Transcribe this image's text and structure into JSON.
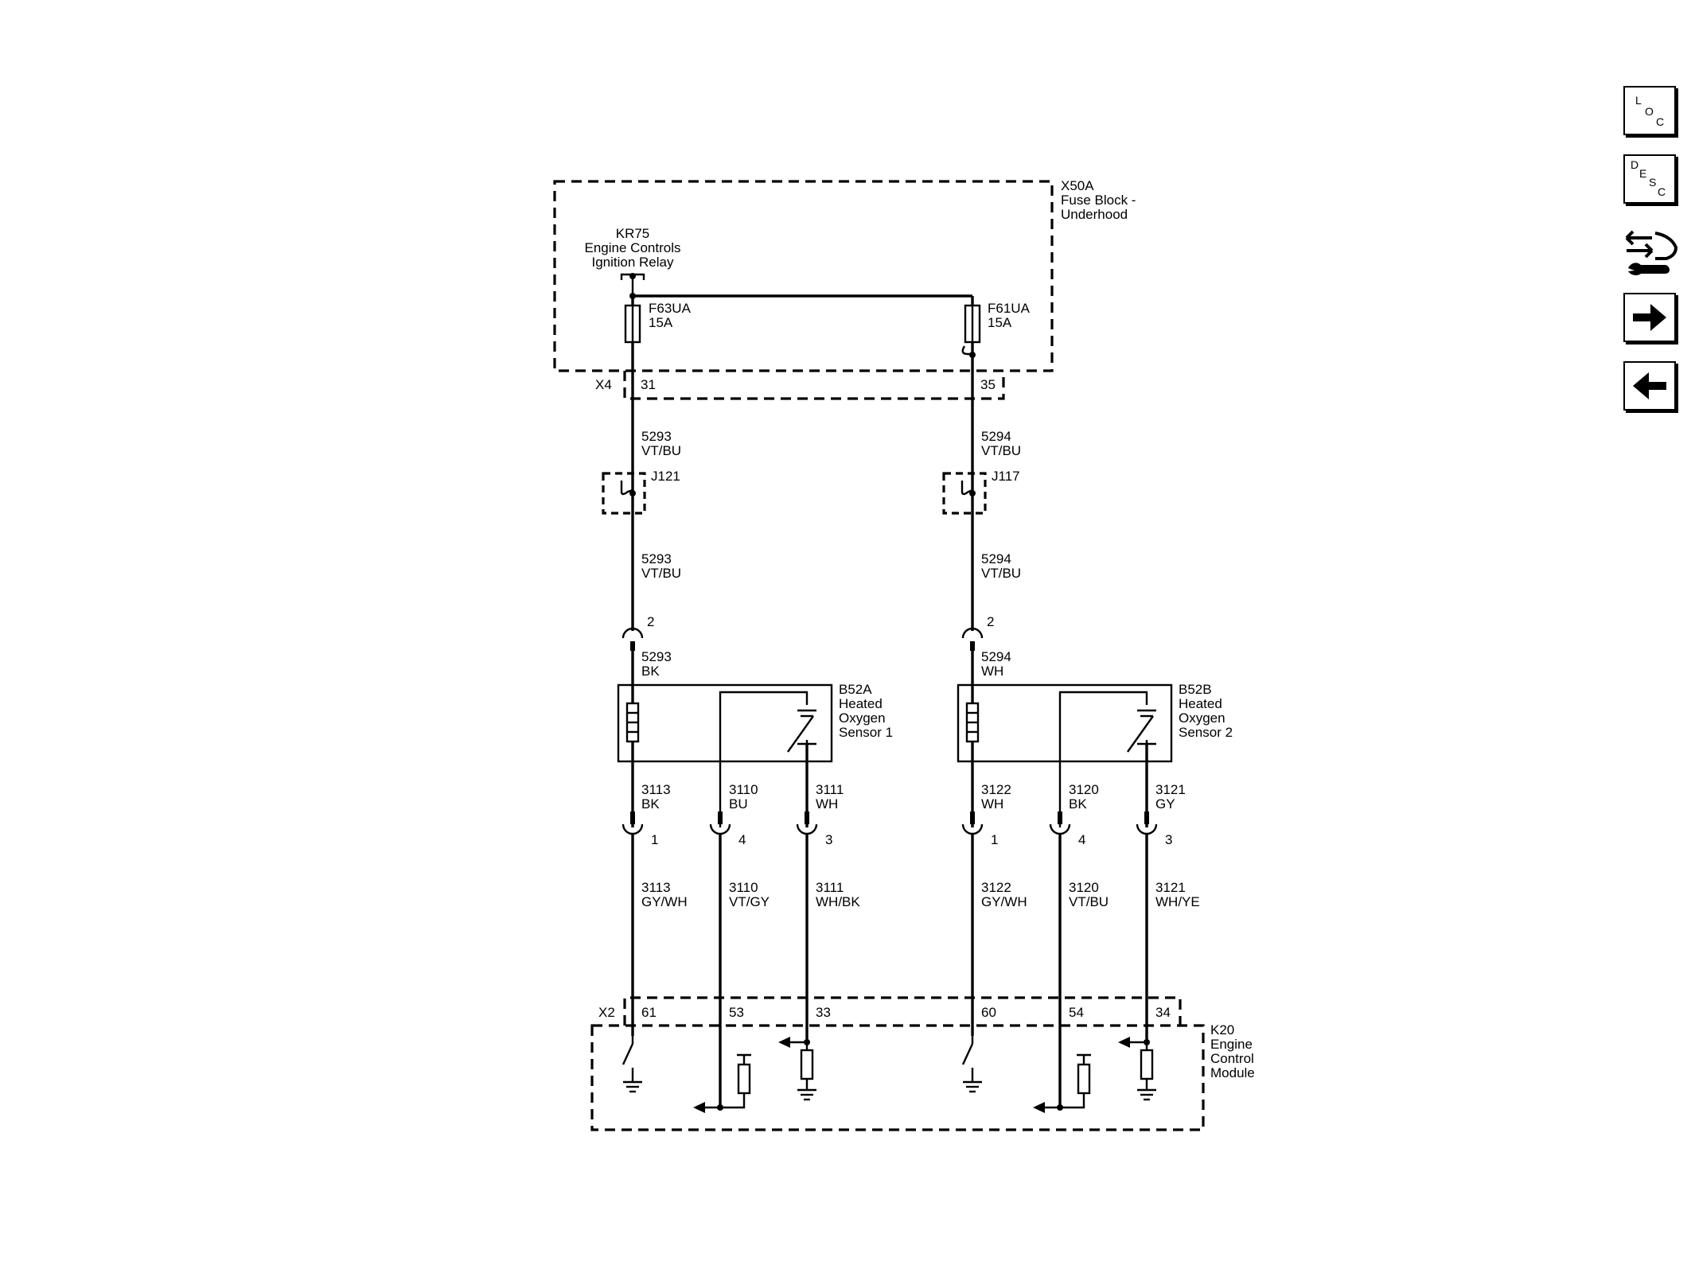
{
  "fuse_block": {
    "id": "X50A",
    "name_line1": "Fuse Block -",
    "name_line2": "Underhood"
  },
  "relay": {
    "id": "KR75",
    "name_line1": "Engine Controls",
    "name_line2": "Ignition Relay"
  },
  "fuse_a": {
    "id": "F63UA",
    "rating": "15A"
  },
  "fuse_b": {
    "id": "F61UA",
    "rating": "15A"
  },
  "connector_x4": {
    "id": "X4",
    "pin_a": "31",
    "pin_b": "35"
  },
  "wire_5293": {
    "circuit": "5293",
    "color": "VT/BU",
    "color_sensor_side": "BK"
  },
  "wire_5294": {
    "circuit": "5294",
    "color": "VT/BU",
    "color_sensor_side": "WH"
  },
  "splice_j121": {
    "id": "J121"
  },
  "splice_j117": {
    "id": "J117"
  },
  "sensor_a": {
    "id": "B52A",
    "name_line1": "Heated",
    "name_line2": "Oxygen",
    "name_line3": "Sensor 1",
    "power_pin": "2",
    "wires": [
      {
        "circuit": "3113",
        "color_top": "BK",
        "pin": "1",
        "color_bottom": "GY/WH",
        "ecm_pin": "61"
      },
      {
        "circuit": "3110",
        "color_top": "BU",
        "pin": "4",
        "color_bottom": "VT/GY",
        "ecm_pin": "53"
      },
      {
        "circuit": "3111",
        "color_top": "WH",
        "pin": "3",
        "color_bottom": "WH/BK",
        "ecm_pin": "33"
      }
    ]
  },
  "sensor_b": {
    "id": "B52B",
    "name_line1": "Heated",
    "name_line2": "Oxygen",
    "name_line3": "Sensor 2",
    "power_pin": "2",
    "wires": [
      {
        "circuit": "3122",
        "color_top": "WH",
        "pin": "1",
        "color_bottom": "GY/WH",
        "ecm_pin": "60"
      },
      {
        "circuit": "3120",
        "color_top": "BK",
        "pin": "4",
        "color_bottom": "VT/BU",
        "ecm_pin": "54"
      },
      {
        "circuit": "3121",
        "color_top": "GY",
        "pin": "3",
        "color_bottom": "WH/YE",
        "ecm_pin": "34"
      }
    ]
  },
  "connector_x2": {
    "id": "X2"
  },
  "ecm": {
    "id": "K20",
    "name_line1": "Engine",
    "name_line2": "Control",
    "name_line3": "Module"
  },
  "nav": {
    "loc": {
      "l1": "L",
      "l2": "O",
      "l3": "C"
    },
    "desc": {
      "l1": "D",
      "l2": "E",
      "l3": "S",
      "l4": "C"
    },
    "icons": {
      "tools": "tools-icon",
      "next": "arrow-right-icon",
      "prev": "arrow-left-icon"
    }
  }
}
